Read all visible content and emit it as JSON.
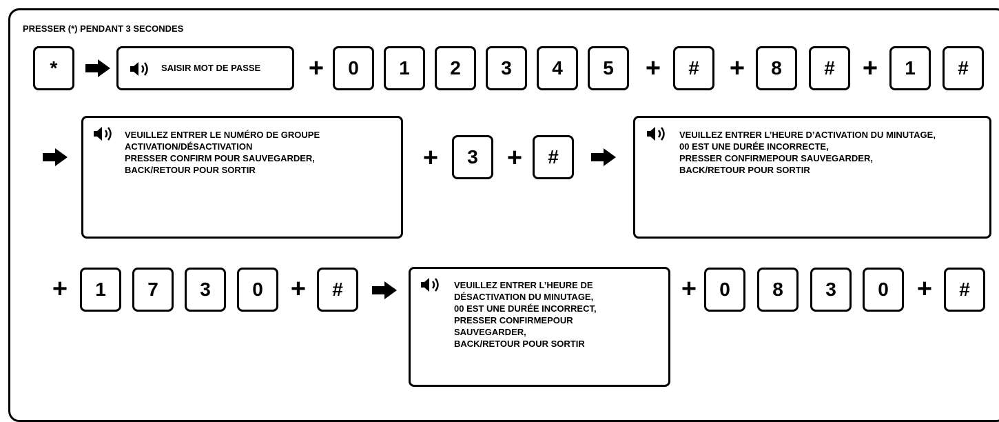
{
  "title": "PRESSER (*) PENDANT 3 SECONDES",
  "row1": {
    "star_key": "*",
    "password_screen": "SAISIR MOT DE PASSE",
    "password_digits": [
      "0",
      "1",
      "2",
      "3",
      "4",
      "5"
    ],
    "hash1": "#",
    "key_8": "8",
    "hash2": "#",
    "key_1": "1",
    "hash3": "#"
  },
  "row2": {
    "group_screen": "VEUILLEZ ENTRER LE NUMÉRO DE GROUPE\nACTIVATION/DÉSACTIVATION\nPRESSER CONFIRM POUR SAUVEGARDER,\nBACK/RETOUR POUR SORTIR",
    "key_3": "3",
    "hash": "#",
    "activation_screen": "VEUILLEZ  ENTRER L’HEURE D’ACTIVATION DU MINUTAGE,\n00 EST UNE DURÉE INCORRECTE,\nPRESSER CONFIRMEPOUR SAUVEGARDER,\nBACK/RETOUR POUR SORTIR"
  },
  "row3": {
    "activation_time": [
      "1",
      "7",
      "3",
      "0"
    ],
    "hash1": "#",
    "deactivation_screen": "VEUILLEZ  ENTRER L’HEURE DE\nDÉSACTIVATION DU MINUTAGE,\n00 EST UNE DURÉE INCORRECT,\nPRESSER CONFIRMEPOUR\nSAUVEGARDER,\nBACK/RETOUR POUR SORTIR",
    "deactivation_time": [
      "0",
      "8",
      "3",
      "0"
    ],
    "hash2": "#"
  },
  "plus_symbol": "+",
  "icons": {
    "arrow": "arrow-right-icon",
    "speaker": "speaker-icon"
  }
}
